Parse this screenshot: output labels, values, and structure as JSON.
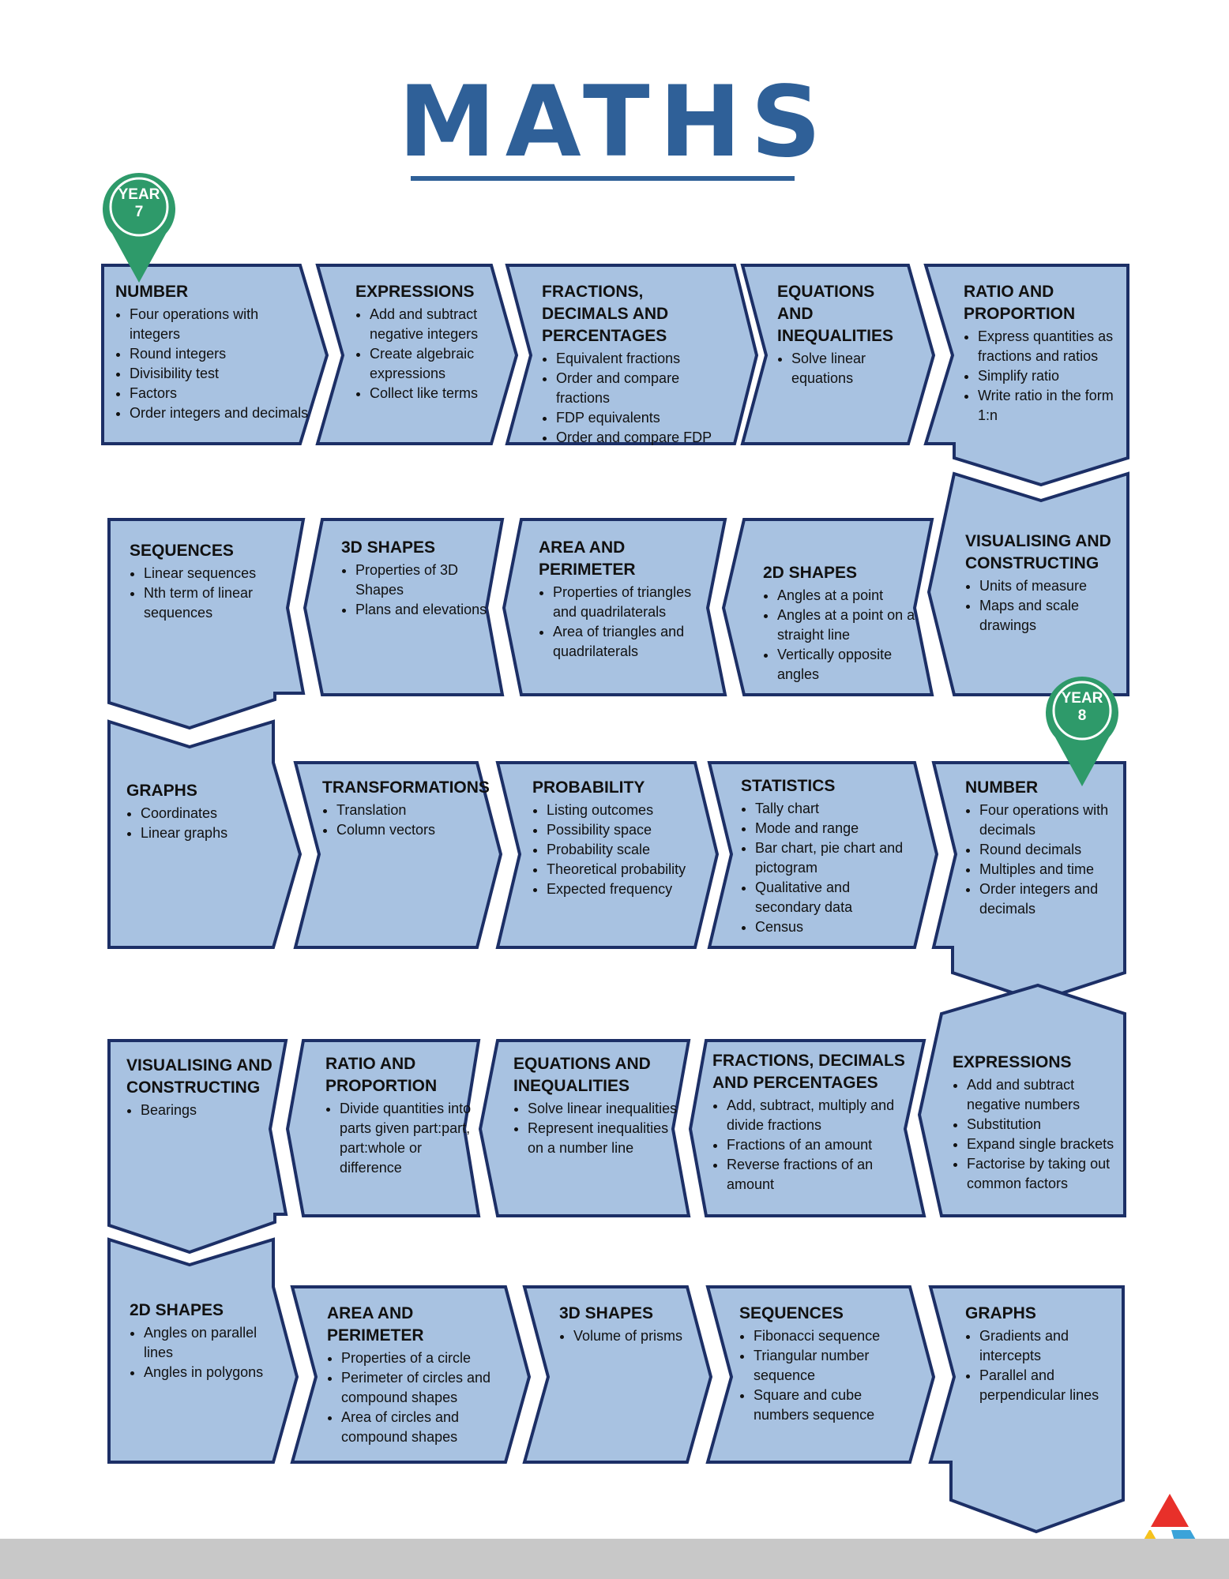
{
  "title": "MATHS",
  "colors": {
    "title": "#2f6098",
    "tile_fill": "#a8c2e1",
    "tile_stroke": "#1c2f66",
    "marker": "#2e9a6a",
    "text": "#111111",
    "bottom_bar": "#c8c8c8",
    "logo_red": "#e8302a",
    "logo_yellow": "#f6c21d",
    "logo_blue": "#3ba3d9"
  },
  "markers": [
    {
      "line1": "YEAR",
      "line2": "7",
      "icon": "map-pin-icon"
    },
    {
      "line1": "YEAR",
      "line2": "8",
      "icon": "map-pin-icon"
    }
  ],
  "logo": {
    "icon": "tricolor-triangle-logo"
  },
  "tiles": [
    {
      "title": "NUMBER",
      "items": [
        "Four operations with integers",
        "Round integers",
        "Divisibility test",
        "Factors",
        "Order integers and decimals"
      ]
    },
    {
      "title": "EXPRESSIONS",
      "items": [
        "Add and subtract negative integers",
        "Create algebraic expressions",
        "Collect like terms"
      ]
    },
    {
      "title": "FRACTIONS, DECIMALS AND PERCENTAGES",
      "items": [
        "Equivalent fractions",
        "Order and compare fractions",
        "FDP equivalents",
        "Order and compare FDP"
      ]
    },
    {
      "title": "EQUATIONS AND INEQUALITIES",
      "items": [
        "Solve linear equations"
      ]
    },
    {
      "title": "RATIO AND PROPORTION",
      "items": [
        "Express quantities as fractions and ratios",
        "Simplify ratio",
        "Write ratio in the form 1:n"
      ]
    },
    {
      "title": "VISUALISING AND CONSTRUCTING",
      "items": [
        "Units of measure",
        "Maps and scale drawings"
      ]
    },
    {
      "title": "2D SHAPES",
      "items": [
        "Angles at a point",
        "Angles at a point on a straight line",
        "Vertically opposite angles"
      ]
    },
    {
      "title": "AREA AND PERIMETER",
      "items": [
        "Properties of triangles and quadrilaterals",
        "Area of triangles and quadrilaterals"
      ]
    },
    {
      "title": "3D SHAPES",
      "items": [
        "Properties of 3D Shapes",
        "Plans and elevations"
      ]
    },
    {
      "title": "SEQUENCES",
      "items": [
        "Linear sequences",
        "Nth term of linear sequences"
      ]
    },
    {
      "title": "GRAPHS",
      "items": [
        "Coordinates",
        "Linear graphs"
      ]
    },
    {
      "title": "TRANSFORMATIONS",
      "items": [
        "Translation",
        "Column vectors"
      ]
    },
    {
      "title": "PROBABILITY",
      "items": [
        "Listing outcomes",
        "Possibility space",
        "Probability scale",
        "Theoretical probability",
        "Expected frequency"
      ]
    },
    {
      "title": "STATISTICS",
      "items": [
        "Tally chart",
        "Mode and range",
        "Bar chart, pie chart and pictogram",
        "Qualitative and secondary data",
        "Census"
      ]
    },
    {
      "title": "NUMBER",
      "items": [
        "Four operations with decimals",
        "Round decimals",
        "Multiples and time",
        "Order integers and decimals"
      ]
    },
    {
      "title": "EXPRESSIONS",
      "items": [
        "Add and subtract negative numbers",
        "Substitution",
        "Expand single brackets",
        "Factorise by taking out common factors"
      ]
    },
    {
      "title": "FRACTIONS, DECIMALS AND PERCENTAGES",
      "items": [
        "Add, subtract, multiply and divide fractions",
        "Fractions of an amount",
        "Reverse fractions of an amount"
      ]
    },
    {
      "title": "EQUATIONS AND INEQUALITIES",
      "items": [
        "Solve linear inequalities",
        "Represent inequalities on a number line"
      ]
    },
    {
      "title": "RATIO AND PROPORTION",
      "items": [
        "Divide quantities into parts given part:part, part:whole or difference"
      ]
    },
    {
      "title": "VISUALISING AND CONSTRUCTING",
      "items": [
        "Bearings"
      ]
    },
    {
      "title": "2D SHAPES",
      "items": [
        "Angles on parallel lines",
        "Angles in polygons"
      ]
    },
    {
      "title": "AREA AND PERIMETER",
      "items": [
        "Properties of a circle",
        "Perimeter of circles and compound shapes",
        "Area of circles and compound shapes"
      ]
    },
    {
      "title": "3D SHAPES",
      "items": [
        "Volume of prisms"
      ]
    },
    {
      "title": "SEQUENCES",
      "items": [
        "Fibonacci sequence",
        "Triangular number sequence",
        "Square and cube numbers sequence"
      ]
    },
    {
      "title": "GRAPHS",
      "items": [
        "Gradients and intercepts",
        "Parallel and perpendicular lines"
      ]
    }
  ]
}
